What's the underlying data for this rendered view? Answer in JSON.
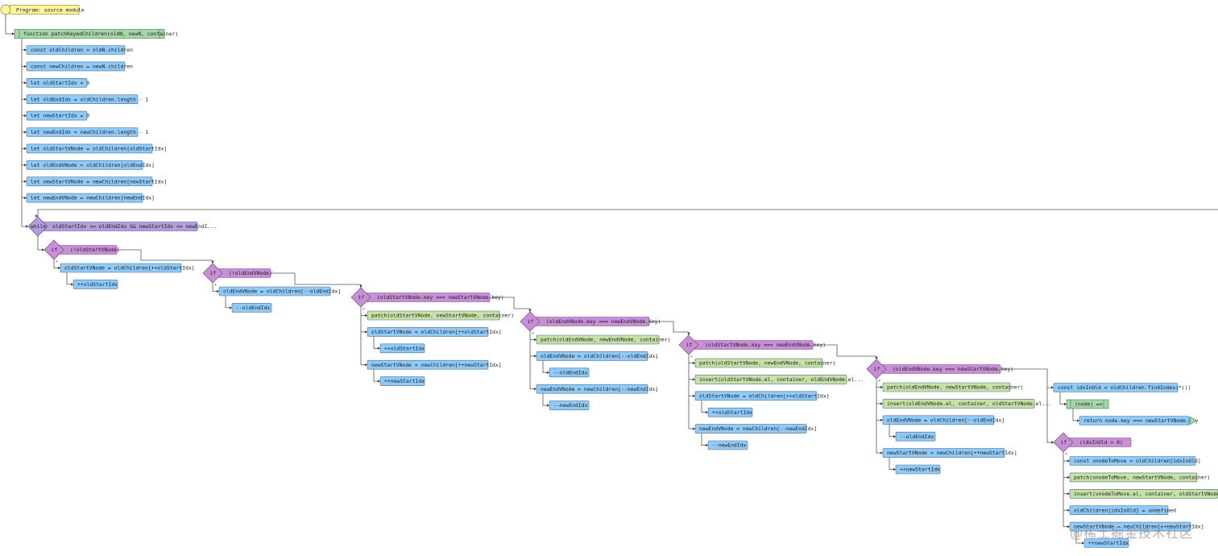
{
  "colors": {
    "start": "#fff59d",
    "function": "#a5d6a7",
    "statement": "#90caf9",
    "call": "#c5e1a5",
    "condition": "#c98fd6",
    "loop": "#b39ddb",
    "line": "#555555"
  },
  "nodes": {
    "program": "Program: source module",
    "fn": "function patchKeyedChildren(oldN, newN, container)",
    "s1": "const oldChildren = oldN.children",
    "s2": "const newChildren = newN.children",
    "s3": "let oldStartIdx = 0",
    "s4": "let oldEndIdx = oldChildren.length - 1",
    "s5": "let newStartIdx = 0",
    "s6": "let newEndIdx = newChildren.length - 1",
    "s7": "let oldStartVNode = oldChildren[oldStartIdx]",
    "s8": "let oldEndVNode = oldChildren[oldEndIdx]",
    "s9": "let newStartVNode = newChildren[newStartIdx]",
    "s10": "let newEndVNode = newChildren[newEndIdx]",
    "while_kw": "while",
    "while_cond": "oldStartIdx <= oldEndIdx && newStartIdx <= newEndI...",
    "if_kw": "if",
    "c1": "(!oldStartVNode)",
    "a1": "oldStartVNode = oldChildren[++oldStartIdx]",
    "a1b": "++oldStartIdx",
    "c2": "(!oldEndVNode)",
    "a2": "oldEndVNode = oldChildren[--oldEndIdx]",
    "a2b": "--oldEndIdx",
    "c3": "(oldStartVNode.key === newStartVNode.key)",
    "a3a": "patch(oldStartVNode, newStartVNode, container)",
    "a3b": "oldStartVNode = oldChildren[++oldStartIdx]",
    "a3c": "++oldStartIdx",
    "a3d": "newStartVNode = newChildren[++newStartIdx]",
    "a3e": "++newStartIdx",
    "c4": "(oldEndVNode.key === newEndVNode.key)",
    "a4a": "patch(oldEndVNode, newEndVNode, container)",
    "a4b": "oldEndVNode = oldChildren[--oldEndIdx]",
    "a4c": "--oldEndIdx",
    "a4d": "newEndVNode = newChildren[--newEndIdx]",
    "a4e": "--newEndIdx",
    "c5": "(oldStartVNode.key === newEndVNode.key)",
    "a5a": "patch(oldStartVNode, newEndVNode, container)",
    "a5b": "insert(oldStartVNode.el, container, oldEndVNode.el...",
    "a5c": "oldStartVNode = oldChildren[++oldStartIdx]",
    "a5d": "++oldStartIdx",
    "a5e": "newEndVNode = newChildren[--newEndIdx]",
    "a5f": "--newEndIdx",
    "c6": "(oldEndVNode.key === newStartVNode.key)",
    "a6a": "patch(oldEndVNode, newStartVNode, container)",
    "a6b": "insert(oldEndVNode.el, container, oldStartVNode.el...",
    "a6c": "oldEndVNode = oldChildren[--oldEndIdx]",
    "a6d": "--oldEndIdx",
    "a6e": "newStartVNode = newChildren[++newStartIdx]",
    "a6f": "++newStartIdx",
    "e1": "const idxInOld = oldChildren.findIndex(*())",
    "e2": "(node) =>",
    "e3": "return node.key === newStartVNode.key",
    "c7": "(idxInOld > 0)",
    "a7a": "const vnodeToMove = oldChildren[idxInOld]",
    "a7b": "patch(vnodeToMove, newStartVNode, container)",
    "a7c": "insert(vnodeToMove.el, container, oldStartVNode.el...",
    "a7d": "oldChildren[idxInOld] = undefined",
    "a7e": "newStartVNode = newChildren[++newStartIdx]",
    "a7f": "++newStartIdx"
  },
  "watermark": "@稀土掘金技术社区"
}
